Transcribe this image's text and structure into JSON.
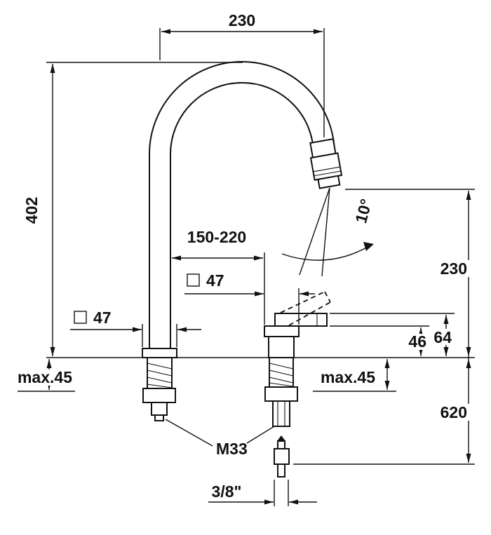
{
  "drawing": {
    "title": "faucet-dimension-drawing",
    "subject": "deck-mounted gooseneck faucet with pull-out spray head and separate side lever valve",
    "colors": {
      "line": "#111111",
      "background": "#ffffff"
    },
    "dims": {
      "top_width": "230",
      "spout_height": "402",
      "reach": "150-220",
      "valve_square": "47",
      "faucet_square": "47",
      "max_left": "max.45",
      "max_mid": "max.45",
      "angle": "10°",
      "outlet_height": "230",
      "lever_height": "64",
      "body_height": "46",
      "below_deck": "620",
      "thread": "M33",
      "supply": "3/8\""
    }
  }
}
